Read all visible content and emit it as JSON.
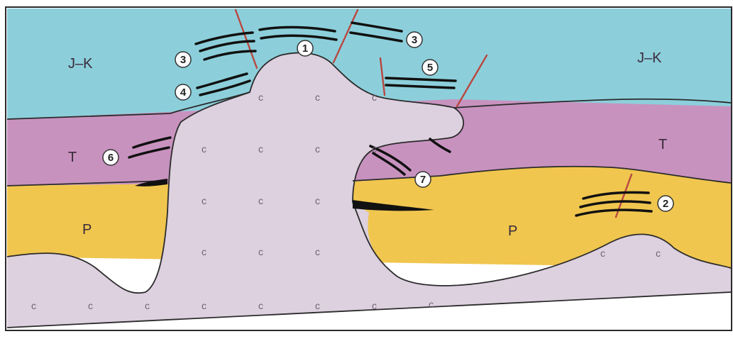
{
  "colors": {
    "jk_layer": "#8ccfdb",
    "t_layer": "#c892bf",
    "p_layer": "#f0c64e",
    "salt": "#ddd0df",
    "fault": "#b9473f",
    "hydrocarbon": "#111111"
  },
  "layers": {
    "jk_left": "J–K",
    "jk_right": "J–K",
    "t_left": "T",
    "t_right": "T",
    "p_left": "P",
    "p_right": "P"
  },
  "salt_symbol": "c",
  "callouts": [
    "1",
    "2",
    "3",
    "3",
    "4",
    "5",
    "6",
    "7"
  ]
}
